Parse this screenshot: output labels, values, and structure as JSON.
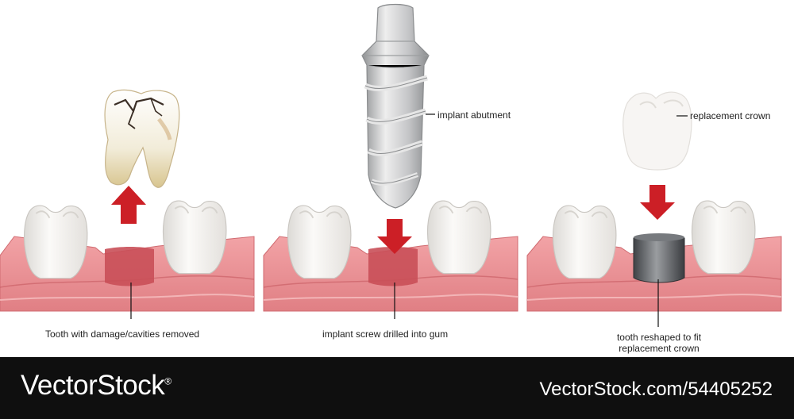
{
  "labels": {
    "removed": "Tooth with damage/cavities removed",
    "drilled": "implant screw drilled into gum",
    "abutment": "implant abutment",
    "crown": "replacement crown",
    "reshaped_line1": "tooth reshaped to fit",
    "reshaped_line2": "replacement crown"
  },
  "footer": {
    "brand": "VectorStock",
    "registered_mark": "®",
    "stock_id": "VectorStock.com/54405252"
  },
  "colors": {
    "gum": "#e88a8e",
    "gum_dark": "#c75a61",
    "tooth": "#f6f4f1",
    "arrow": "#cc1f26",
    "metal": "#b5b7b9",
    "background": "#ffffff",
    "banner": "#0f0f0f"
  }
}
